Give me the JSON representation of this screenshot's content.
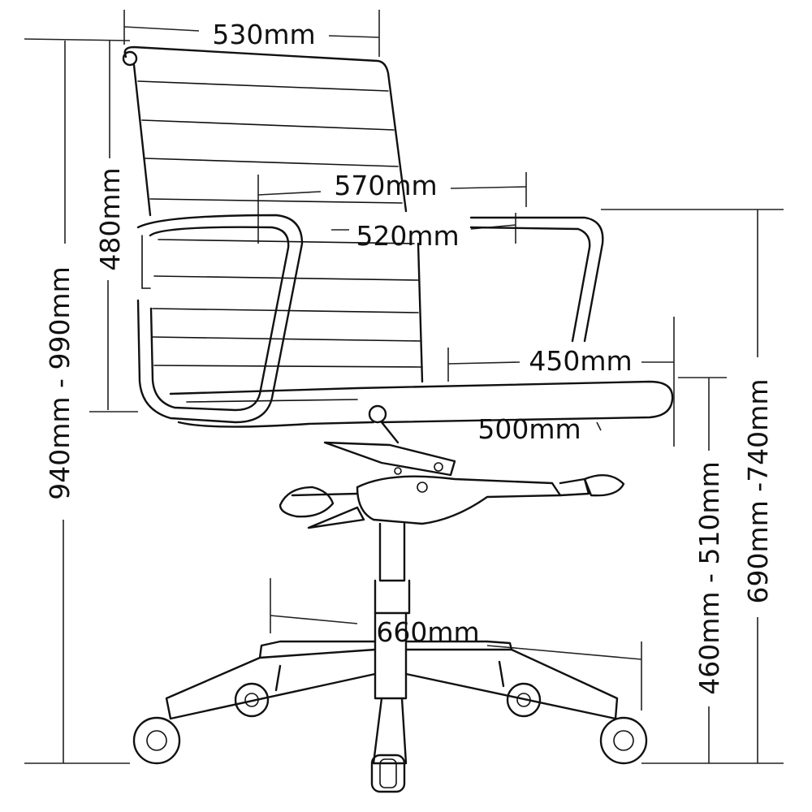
{
  "title": "Office chair dimensions",
  "dimensions": {
    "backrest_width": "530mm",
    "overall_width": "570mm",
    "armrest_inner_width": "520mm",
    "seat_depth": "450mm",
    "overall_depth": "500mm",
    "base_diameter": "660mm",
    "backrest_height": "480mm",
    "overall_height": "940mm - 990mm",
    "seat_height": "460mm - 510mm",
    "armrest_height": "690mm -740mm"
  }
}
